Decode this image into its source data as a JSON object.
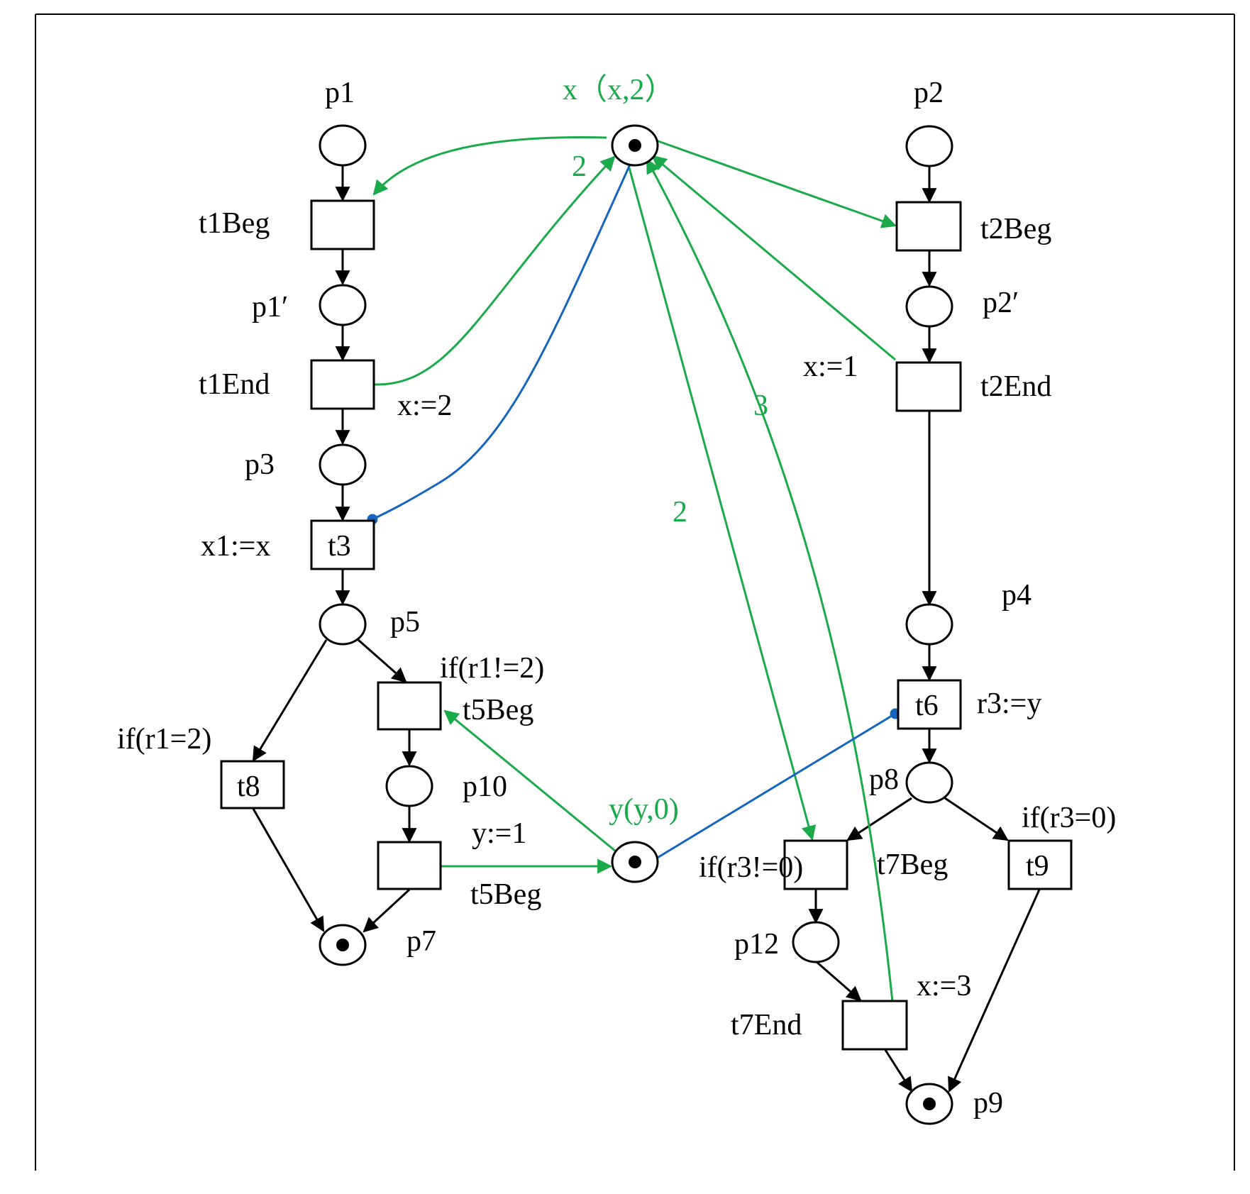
{
  "places": {
    "p1": "p1",
    "p2": "p2",
    "p1prime": "p1′",
    "p2prime": "p2′",
    "p3": "p3",
    "p4": "p4",
    "p5": "p5",
    "p7": "p7",
    "p8": "p8",
    "p9": "p9",
    "p10": "p10",
    "p12": "p12",
    "x_shared": "x（x,2）",
    "y_shared": "y(y,0)"
  },
  "transitions": {
    "t1Beg": "t1Beg",
    "t1End": "t1End",
    "t2Beg": "t2Beg",
    "t2End": "t2End",
    "t3": "t3",
    "t5Beg_upper": "t5Beg",
    "t5Beg_lower": "t5Beg",
    "t6": "t6",
    "t7Beg": "t7Beg",
    "t7End": "t7End",
    "t8": "t8",
    "t9": "t9"
  },
  "annotations": {
    "t1End_assign": "x:=2",
    "t2End_assign": "x:=1",
    "t3_assign": "x1:=x",
    "t5_guard": "if(r1!=2)",
    "t5_assign": "y:=1",
    "t6_assign": "r3:=y",
    "t7_guard": "if(r3!=0)",
    "t7End_assign": "x:=3",
    "t8_guard": "if(r1=2)",
    "t9_guard": "if(r3=0)"
  },
  "arc_weights": {
    "t1End_to_x": "2",
    "x_to_t7Beg": "2",
    "t7End_to_x": "3"
  },
  "colors": {
    "write_arc": "#1aaa4a",
    "read_arc": "#1565c0",
    "net": "#000000"
  }
}
